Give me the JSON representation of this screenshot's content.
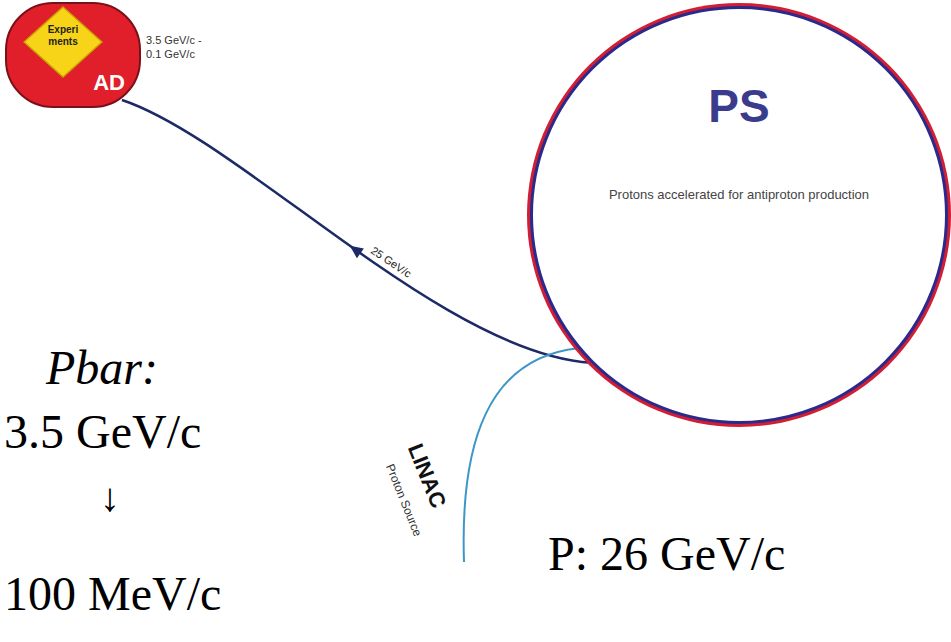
{
  "diagram": {
    "nodes": [
      {
        "text": [
          "AD"
        ]
      },
      {
        "text": [
          "Experi ments"
        ],
        "in": 0
      },
      {
        "text": [
          "PS",
          "Protons accelerated for antiproton production"
        ]
      },
      {
        "text": [
          "LINAC",
          "Proton Source"
        ]
      }
    ],
    "edges": [
      {
        "from": 2,
        "to": 0,
        "label": "25 GeV/c",
        "arrow": "to"
      },
      {
        "from": 3,
        "to": 2,
        "arrow": "to"
      }
    ],
    "labels": [
      "3.5 GeV/c - 0.1 GeV/c",
      "Pbar:",
      "3.5 GeV/c",
      "↓",
      "100 MeV/c",
      "P: 26 GeV/c"
    ]
  }
}
